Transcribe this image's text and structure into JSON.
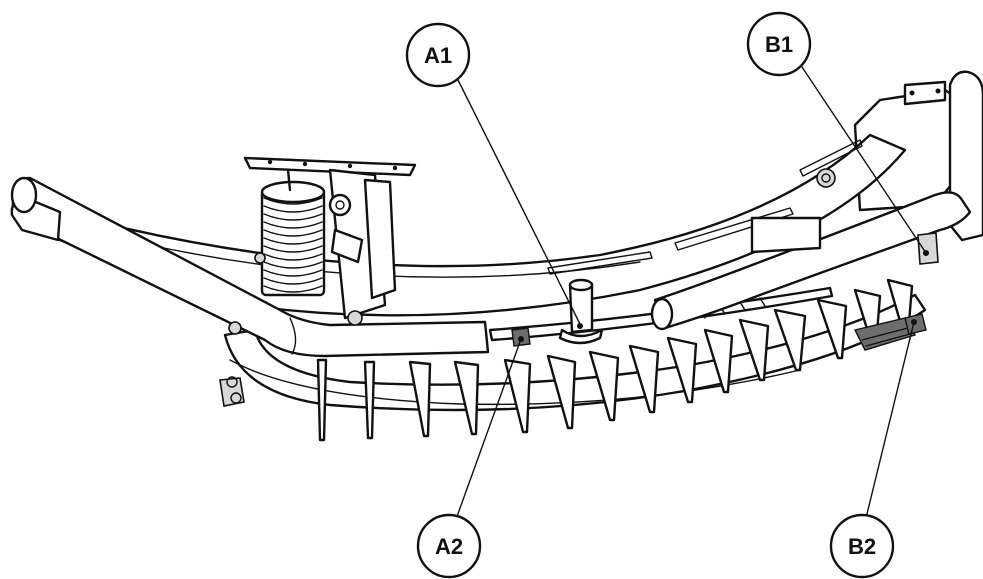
{
  "callouts": {
    "a1": "A1",
    "a2": "A2",
    "b1": "B1",
    "b2": "B2"
  }
}
